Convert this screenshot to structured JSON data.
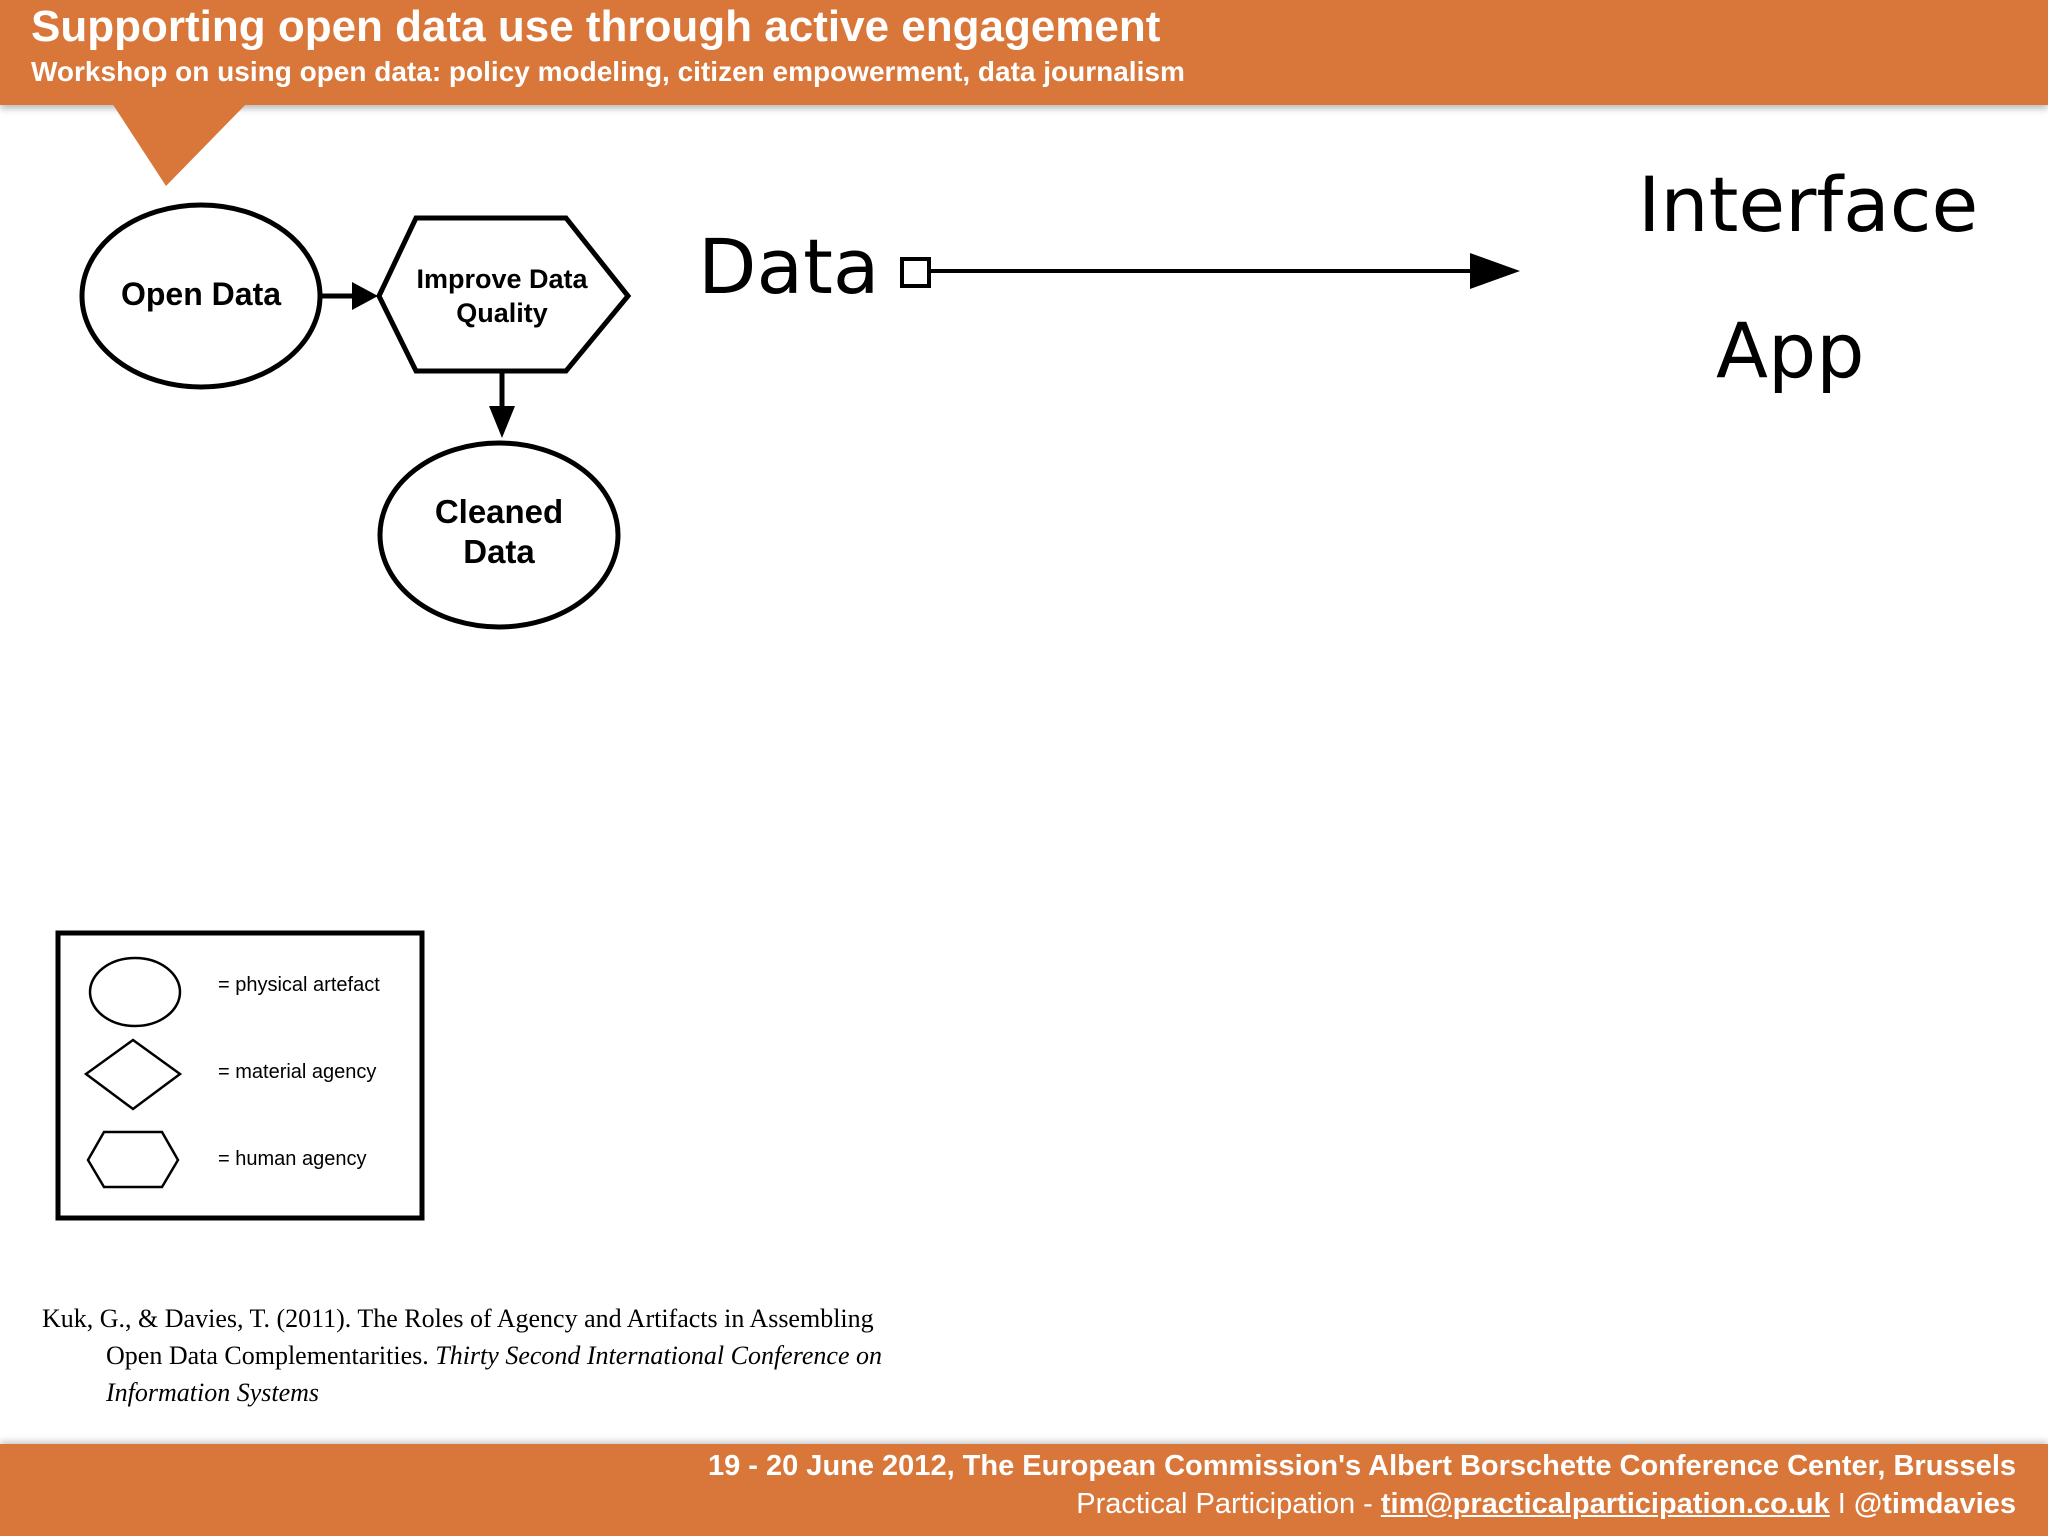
{
  "header": {
    "title": "Supporting open data use through active engagement",
    "subtitle": "Workshop on using open data: policy modeling, citizen empowerment, data journalism"
  },
  "diagram": {
    "nodes": {
      "open_data": "Open Data",
      "improve_quality_line1": "Improve Data",
      "improve_quality_line2": "Quality",
      "cleaned_data_line1": "Cleaned",
      "cleaned_data_line2": "Data"
    },
    "data_word": "Data",
    "interface_word": "Interface",
    "app_word": "App"
  },
  "legend": {
    "physical": "= physical artefact",
    "material": "= material agency",
    "human": "= human agency"
  },
  "citation": {
    "authors": "Kuk, G., & Davies, T. (2011). The Roles of Agency and Artifacts in Assembling",
    "title_cont": "Open Data Complementarities. ",
    "venue_line1": "Thirty Second International Conference on",
    "venue_line2": "Information Systems"
  },
  "footer": {
    "line1": "19 - 20 June 2012, The European Commission's Albert Borschette Conference Center, Brussels",
    "org": "Practical Participation - ",
    "email": "tim@practicalparticipation.co.uk",
    "separator": " I ",
    "handle": "@timdavies"
  },
  "colors": {
    "brand_orange": "#d9773a",
    "ink": "#000000"
  }
}
